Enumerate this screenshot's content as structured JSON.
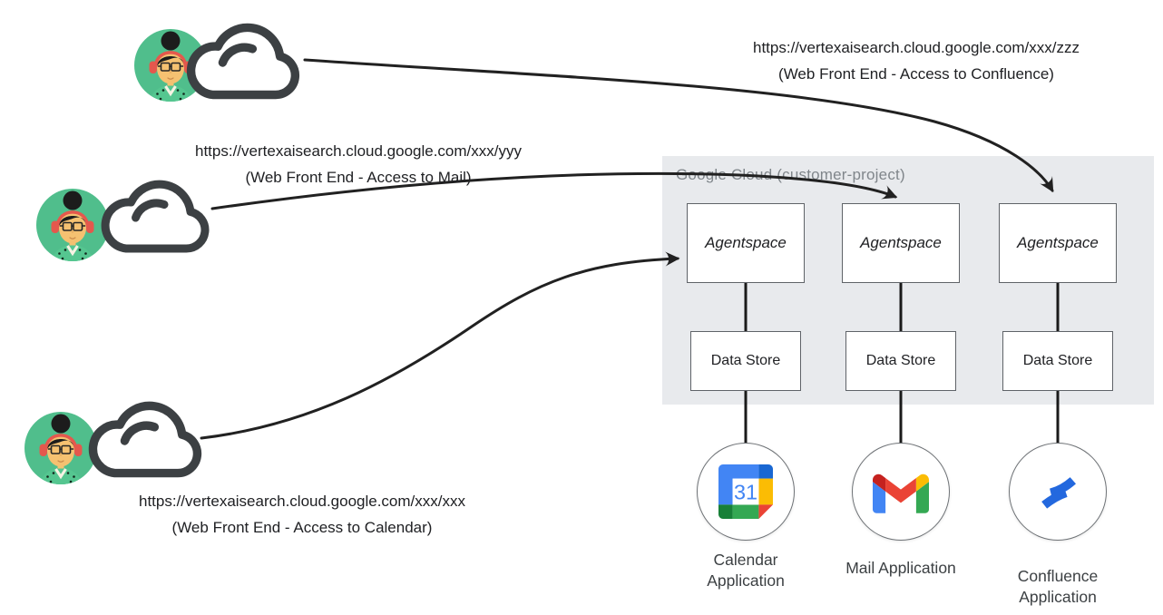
{
  "region": {
    "label": "Google Cloud (customer-project)"
  },
  "users": [
    {
      "id": "confluence-user",
      "url": "https://vertexaisearch.cloud.google.com/xxx/zzz",
      "caption": "(Web Front End - Access to Confluence)"
    },
    {
      "id": "mail-user",
      "url": "https://vertexaisearch.cloud.google.com/xxx/yyy",
      "caption": "(Web Front End - Access to Mail)"
    },
    {
      "id": "calendar-user",
      "url": "https://vertexaisearch.cloud.google.com/xxx/xxx",
      "caption": "(Web Front End - Access to Calendar)"
    }
  ],
  "columns": [
    {
      "agent_label": "Agentspace",
      "datastore_label": "Data Store",
      "app_label": "Calendar Application",
      "app_icon": "google-calendar-icon"
    },
    {
      "agent_label": "Agentspace",
      "datastore_label": "Data Store",
      "app_label": "Mail Application",
      "app_icon": "gmail-icon"
    },
    {
      "agent_label": "Agentspace",
      "datastore_label": "Data Store",
      "app_label": "Confluence Application",
      "app_icon": "confluence-icon"
    }
  ],
  "calendar_icon": {
    "day_label": "31"
  },
  "colors": {
    "region_bg": "#E8EAED",
    "region_label": "#80868B",
    "arrow": "#212121",
    "box_border": "#5F6368",
    "avatar_green": "#50BE8C",
    "headphones_red": "#E4584D",
    "google_blue": "#4285F4",
    "google_red": "#EA4335",
    "google_yellow": "#FBBC04",
    "google_green": "#34A853",
    "confluence_blue": "#2368DE"
  }
}
